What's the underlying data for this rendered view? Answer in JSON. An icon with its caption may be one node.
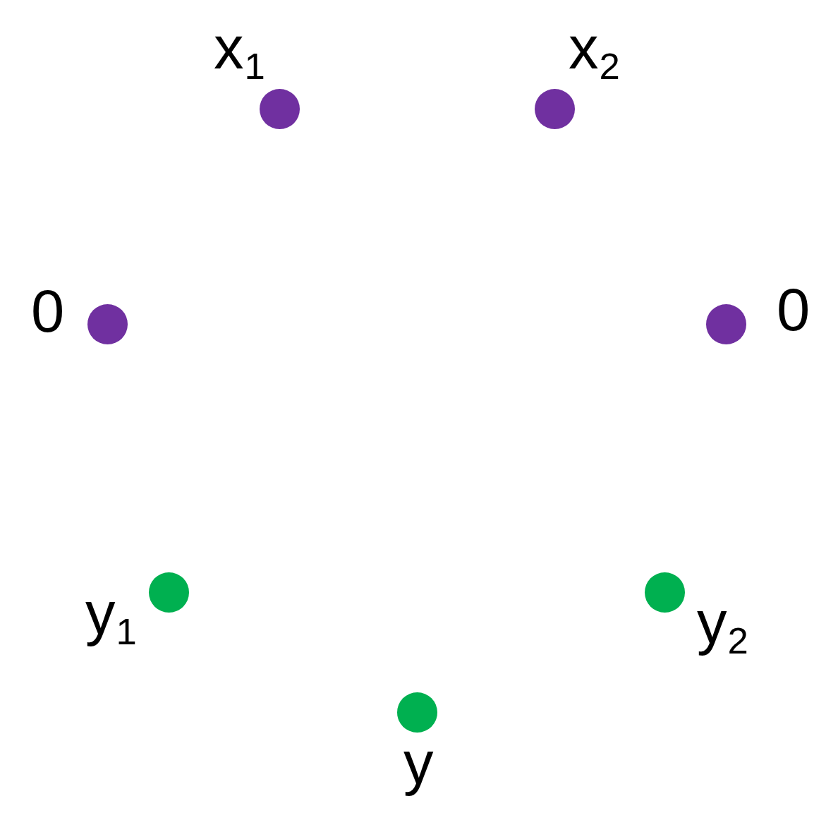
{
  "diagram": {
    "nodes": [
      {
        "text": [],
        "shape": "circle",
        "beside": [
          "x$_{1}$"
        ]
      },
      {
        "text": [],
        "shape": "circle",
        "beside": [
          "x$_{2}$"
        ]
      },
      {
        "text": [],
        "shape": "circle",
        "beside": [
          "0"
        ]
      },
      {
        "text": [],
        "shape": "circle",
        "beside": [
          "0"
        ]
      },
      {
        "text": [],
        "shape": "circle",
        "beside": [
          "y$_{1}$"
        ]
      },
      {
        "text": [],
        "shape": "circle",
        "beside": [
          "y$_{2}$"
        ]
      },
      {
        "text": [],
        "shape": "circle",
        "beside": [
          "y"
        ]
      }
    ]
  }
}
